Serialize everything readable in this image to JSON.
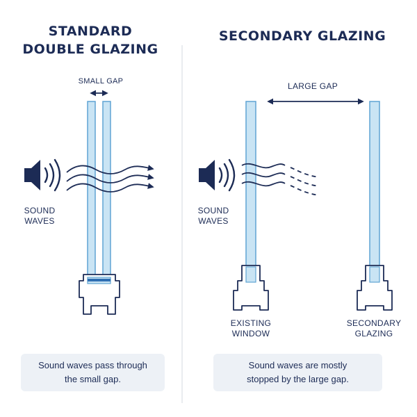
{
  "left_panel": {
    "title_lines": [
      "STANDARD",
      "DOUBLE GLAZING"
    ],
    "gap_label": "SMALL GAP",
    "sound_label_lines": [
      "SOUND",
      "WAVES"
    ],
    "caption_lines": [
      "Sound waves pass through",
      "the small gap."
    ]
  },
  "right_panel": {
    "title": "SECONDARY GLAZING",
    "gap_label": "LARGE GAP",
    "sound_label_lines": [
      "SOUND",
      "WAVES"
    ],
    "existing_label_lines": [
      "EXISTING",
      "WINDOW"
    ],
    "secondary_label_lines": [
      "SECONDARY",
      "GLAZING"
    ],
    "caption_lines": [
      "Sound waves are mostly",
      "stopped by the large gap."
    ]
  },
  "colors": {
    "navy": "#1c2b55",
    "glass_fill": "#c9e4f4",
    "glass_edge": "#5fa3d3",
    "caption_bg": "#edf1f6",
    "divider": "#e2e6ec"
  },
  "icons": [
    "speaker-icon",
    "sound-wave-arrow-icon",
    "double-arrow-icon"
  ]
}
